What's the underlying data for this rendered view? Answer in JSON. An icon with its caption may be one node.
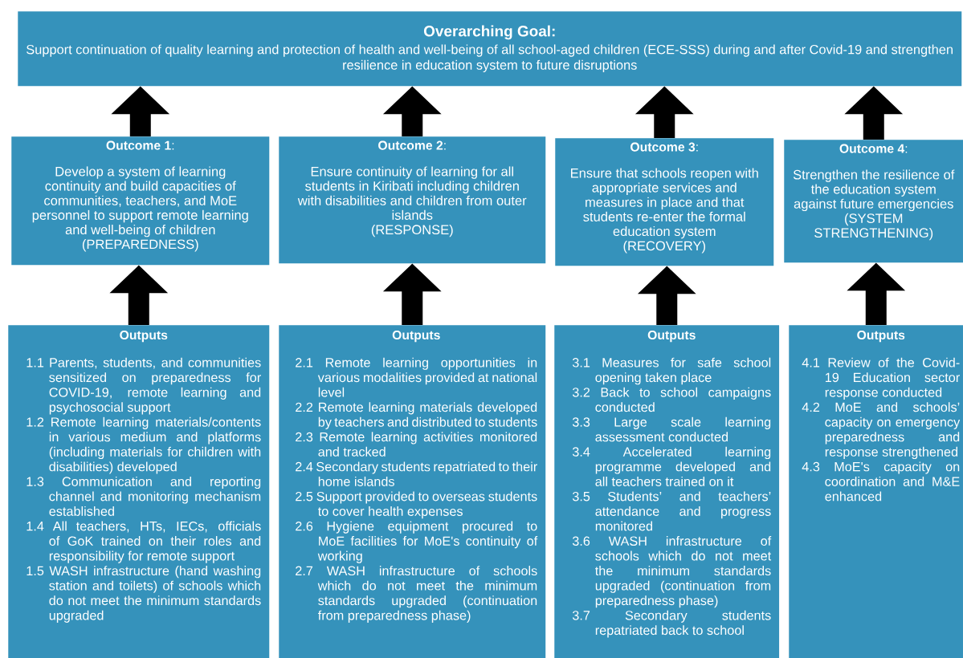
{
  "diagram": {
    "nodes": [
      {
        "text": [
          "Overarching Goal:",
          "Support continuation of quality learning and protection of health and well-being of all school-aged children (ECE-SSS) during and after Covid-19 and strengthen resilience in education system to future disruptions"
        ]
      },
      {
        "text": [
          "**Outcome 1**:",
          "Develop a system of learning continuity and build capacities of communities, teachers, and MoE personnel to support remote learning and well-being of children",
          "(PREPAREDNESS)"
        ]
      },
      {
        "text": [
          "**Outcome 2**:",
          "Ensure continuity of learning for all students in Kiribati including children with disabilities and children from outer islands",
          "(RESPONSE)"
        ]
      },
      {
        "text": [
          "**Outcome 3**:",
          "Ensure that schools reopen with appropriate services and measures in place and that students re-enter the formal education system",
          "(RECOVERY)"
        ]
      },
      {
        "text": [
          "**Outcome 4**:",
          "Strengthen the resilience of the education system against future emergencies",
          "(SYSTEM STRENGTHENING)"
        ]
      },
      {
        "text": [
          "Outputs",
          "1.1 Parents, students, and communities sensitized on preparedness for COVID-19, remote learning and psychosocial support",
          "1.2 Remote learning materials/contents in various medium and platforms (including materials for children with disabilities) developed",
          "1.3 Communication and reporting channel and monitoring mechanism established",
          "1.4 All teachers, HTs, IECs, officials of GoK trained on their roles and responsibility for remote support",
          "1.5 WASH infrastructure (hand washing station and toilets) of schools which do not meet the minimum standards upgraded"
        ]
      },
      {
        "text": [
          "Outputs",
          "2.1 Remote learning opportunities in various modalities provided at national level",
          "2.2 Remote learning materials developed by teachers and distributed to students",
          "2.3 Remote learning activities monitored and tracked",
          "2.4 Secondary students repatriated to their home islands",
          "2.5 Support provided to overseas students to cover health expenses",
          "2.6 Hygiene equipment procured to MoE facilities for MoE's continuity of working",
          "2.7 WASH infrastructure of schools which do not meet the minimum standards upgraded (continuation from preparedness phase)"
        ]
      },
      {
        "text": [
          "Outputs",
          "3.1 Measures for safe school opening taken place",
          "3.2 Back to school campaigns conducted",
          "3.3 Large scale learning assessment conducted",
          "3.4 Accelerated learning programme developed and all teachers trained on it",
          "3.5 Students’ and teachers’ attendance and progress monitored",
          "3.6 WASH infrastructure of schools which do not meet the minimum standards upgraded (continuation from preparedness phase)",
          "3.7 Secondary students repatriated back to school"
        ]
      },
      {
        "text": [
          "Outputs",
          "4.1 Review of the Covid-19 Education sector response conducted",
          "4.2 MoE and schools’ capacity on emergency preparedness and response strengthened",
          "4.3 MoE's capacity on coordination and M&E enhanced"
        ]
      }
    ],
    "edges": [
      {
        "from": 5,
        "to": 1,
        "arrow": "to"
      },
      {
        "from": 6,
        "to": 2,
        "arrow": "to"
      },
      {
        "from": 7,
        "to": 3,
        "arrow": "to"
      },
      {
        "from": 8,
        "to": 4,
        "arrow": "to"
      },
      {
        "from": 1,
        "to": 0,
        "arrow": "to"
      },
      {
        "from": 2,
        "to": 0,
        "arrow": "to"
      },
      {
        "from": 3,
        "to": 0,
        "arrow": "to"
      },
      {
        "from": 4,
        "to": 0,
        "arrow": "to"
      }
    ]
  }
}
